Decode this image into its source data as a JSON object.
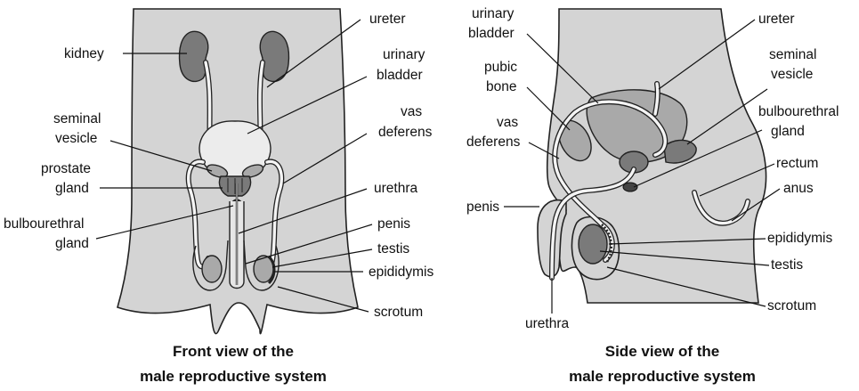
{
  "front": {
    "labels": {
      "kidney": "kidney",
      "ureter": "ureter",
      "urinary_bladder_1": "urinary",
      "urinary_bladder_2": "bladder",
      "vas_deferens_1": "vas",
      "vas_deferens_2": "deferens",
      "seminal_vesicle_1": "seminal",
      "seminal_vesicle_2": "vesicle",
      "prostate_gland_1": "prostate",
      "prostate_gland_2": "gland",
      "urethra": "urethra",
      "penis": "penis",
      "bulbourethral_gland_1": "bulbourethral",
      "bulbourethral_gland_2": "gland",
      "testis": "testis",
      "epididymis": "epididymis",
      "scrotum": "scrotum"
    },
    "caption_line1": "Front view of the",
    "caption_line2": "male reproductive system"
  },
  "side": {
    "labels": {
      "urinary_bladder_1": "urinary",
      "urinary_bladder_2": "bladder",
      "ureter": "ureter",
      "pubic_bone_1": "pubic",
      "pubic_bone_2": "bone",
      "seminal_vesicle_1": "seminal",
      "seminal_vesicle_2": "vesicle",
      "vas_deferens_1": "vas",
      "vas_deferens_2": "deferens",
      "bulbourethral_gland_1": "bulbourethral",
      "bulbourethral_gland_2": "gland",
      "rectum": "rectum",
      "anus": "anus",
      "penis": "penis",
      "epididymis": "epididymis",
      "testis": "testis",
      "scrotum": "scrotum",
      "urethra": "urethra"
    },
    "caption_line1": "Side view of the",
    "caption_line2": "male reproductive system"
  }
}
